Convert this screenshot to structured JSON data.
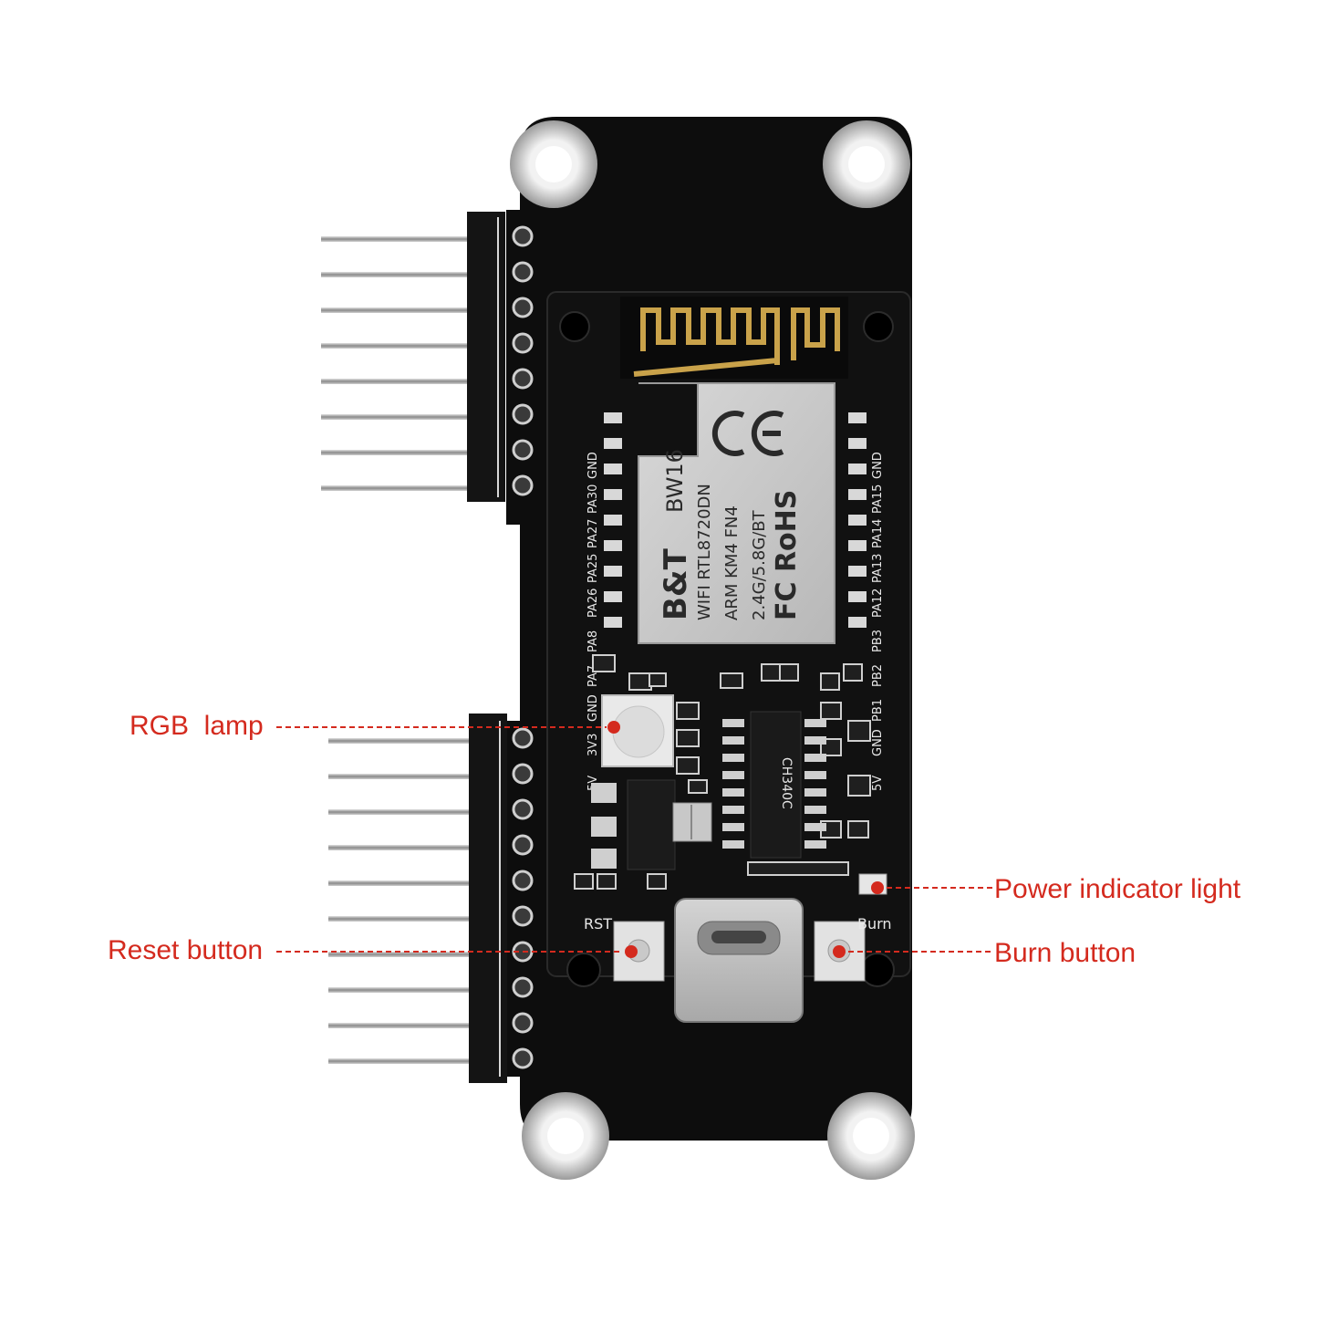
{
  "callouts": {
    "rgb_lamp": "RGB  lamp",
    "reset_button": "Reset button",
    "power_indicator": "Power indicator light",
    "burn_button": "Burn button"
  },
  "module": {
    "brand": "B&T",
    "model": "BW16",
    "chip": "RTL8720DN",
    "wifi_line": "WIFI RTL8720DN",
    "arm_line": "ARM KM4 FN4",
    "band_line": "2.4G/5.8G/BT",
    "cert": "FC RoHS"
  },
  "silkscreen": {
    "left_pins": [
      "GND",
      "PA30",
      "PA27",
      "PA25",
      "PA26",
      "PA8",
      "PA7",
      "GND",
      "3V3",
      "5V"
    ],
    "right_pins": [
      "GND",
      "PA15",
      "PA14",
      "PA13",
      "PA12",
      "PB3",
      "PB2",
      "PB1",
      "GND",
      "5V"
    ],
    "rst": "RST",
    "burn": "Burn",
    "ic_mark": "CH340C"
  },
  "colors": {
    "accent": "#d42a1e",
    "board": "#0d0d0d",
    "shield": "#c9c9c9"
  }
}
